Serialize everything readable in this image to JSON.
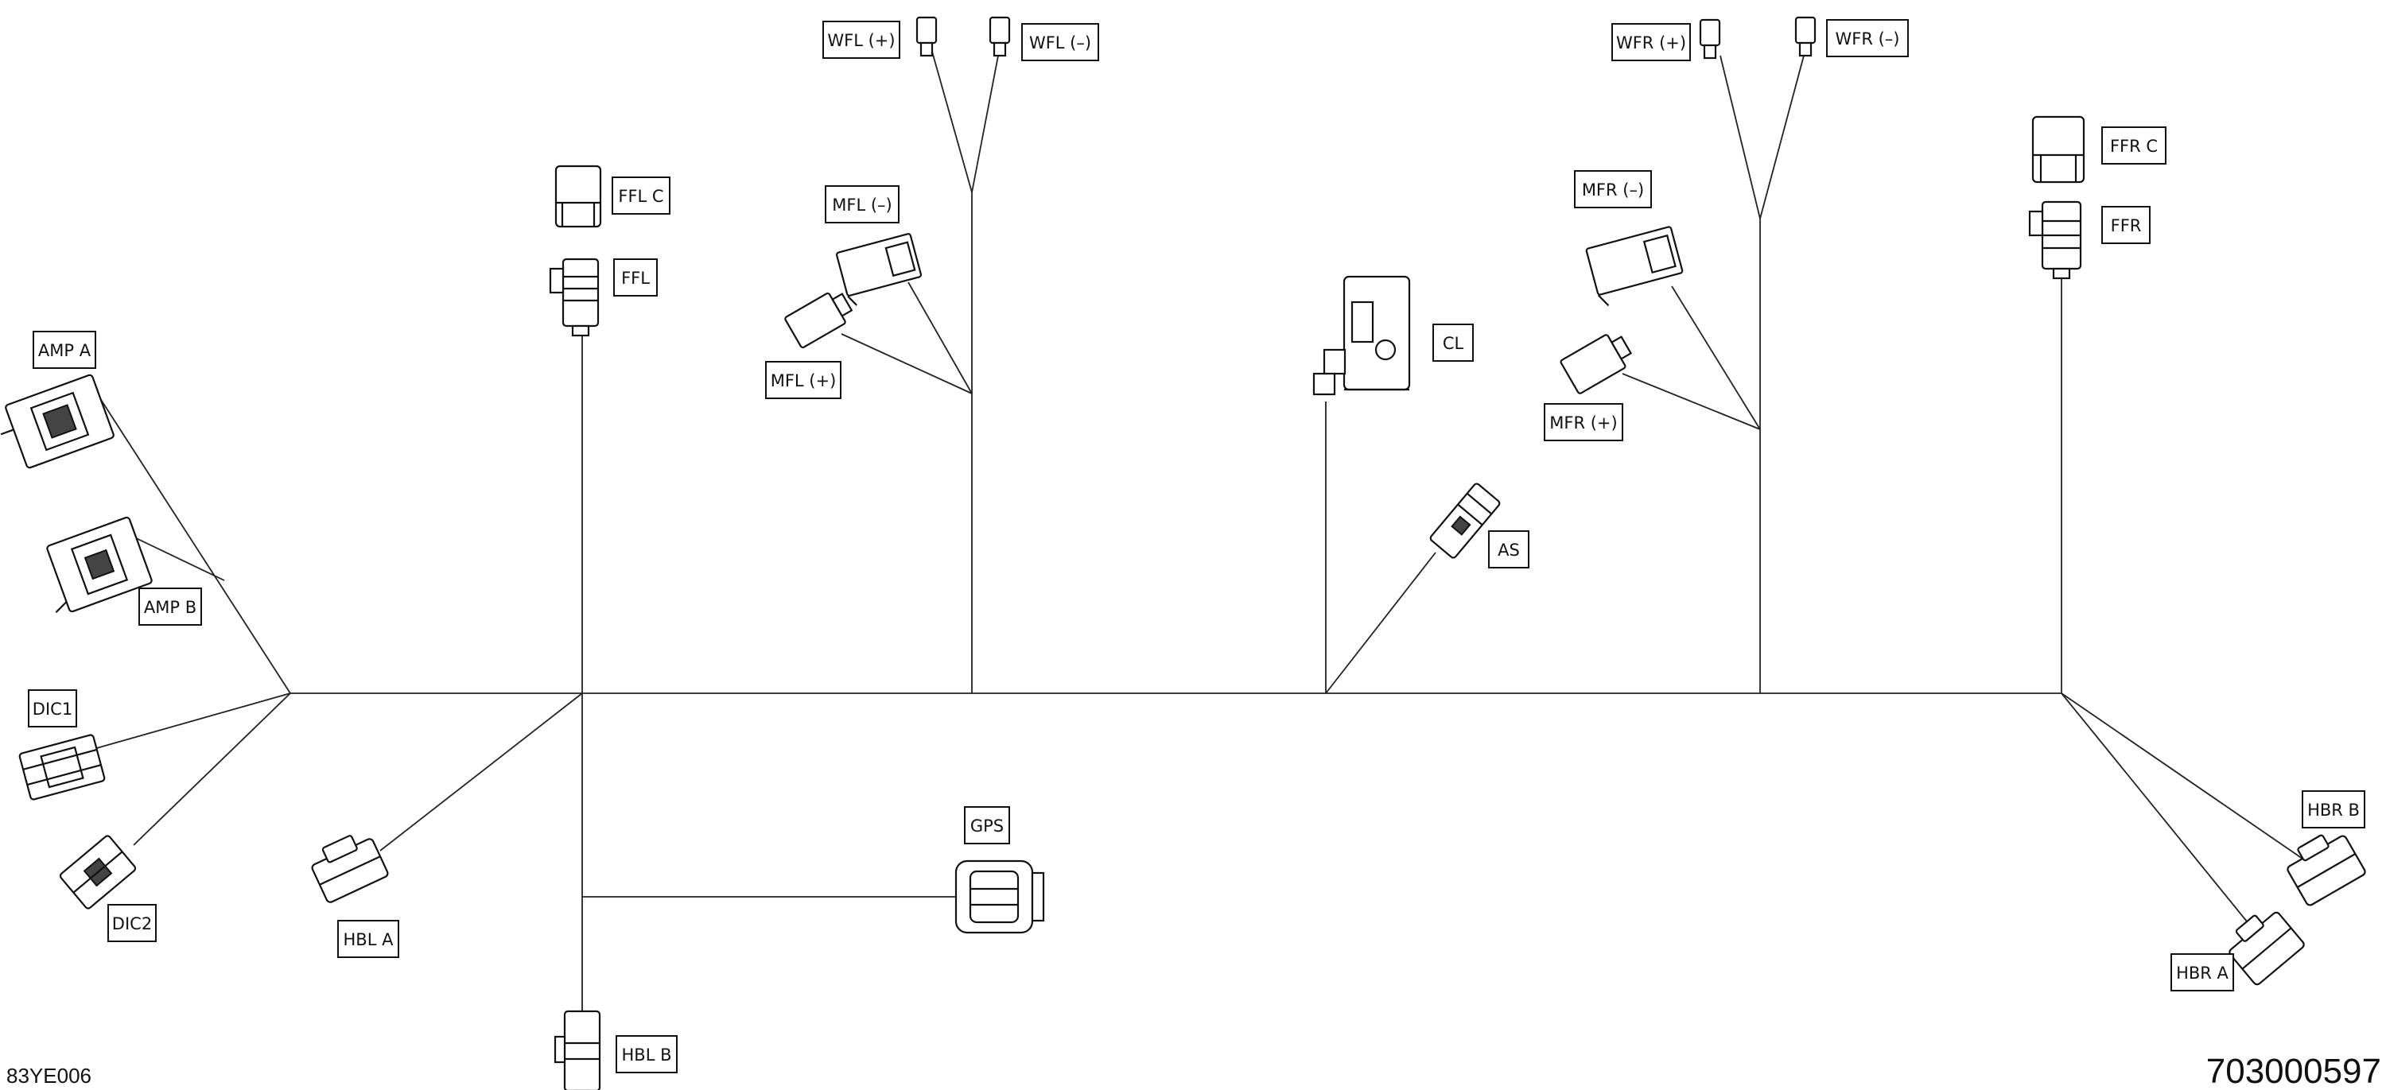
{
  "diagram": {
    "labels": {
      "amp_a": "AMP A",
      "amp_b": "AMP B",
      "dic1": "DIC1",
      "dic2": "DIC2",
      "hbl_a": "HBL A",
      "hbl_b": "HBL B",
      "gps": "GPS",
      "ffl_c": "FFL  C",
      "ffl": "FFL",
      "mfl_minus": "MFL (–)",
      "mfl_plus": "MFL (+)",
      "wfl_plus": "WFL (+)",
      "wfl_minus": "WFL (–)",
      "cl": "CL",
      "as": "AS",
      "mfr_minus": "MFR (–)",
      "mfr_plus": "MFR (+)",
      "wfr_plus": "WFR (+)",
      "wfr_minus": "WFR (–)",
      "ffr_c": "FFR  C",
      "ffr": "FFR",
      "hbr_b": "HBR B",
      "hbr_a": "HBR A"
    },
    "drawing_code": "83YE006",
    "part_number": "703000597"
  }
}
